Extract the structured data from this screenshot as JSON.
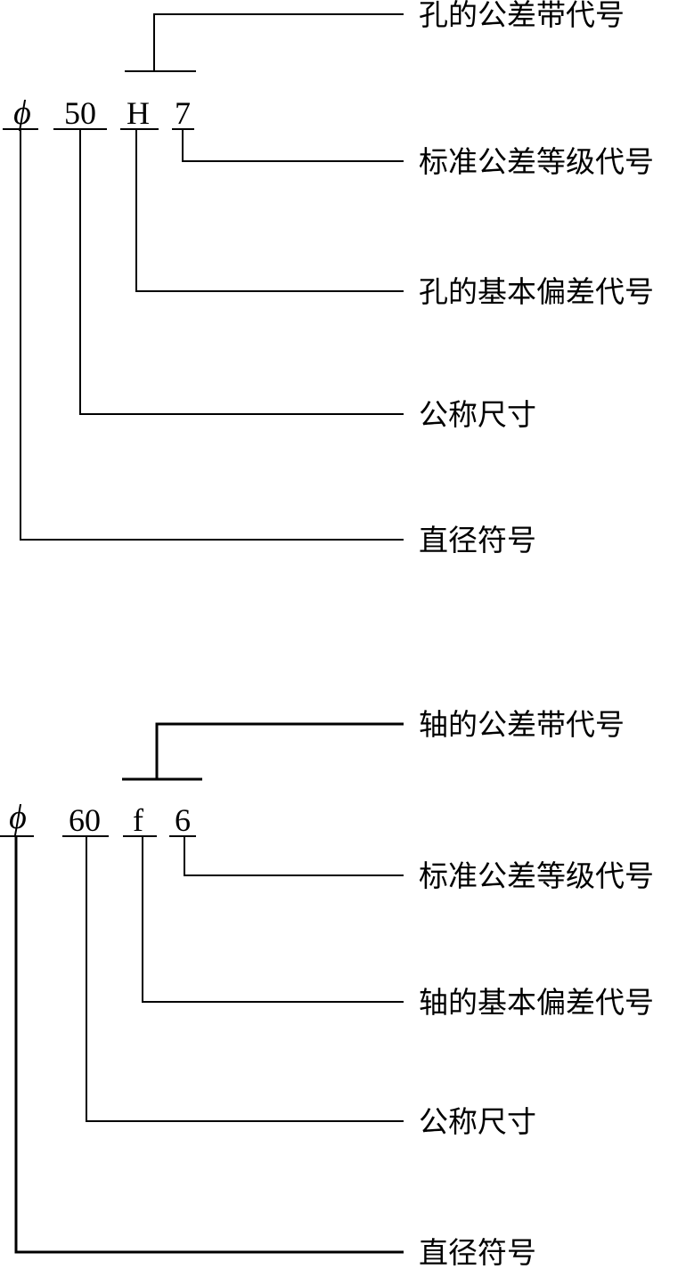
{
  "colors": {
    "ink": "#000000",
    "background": "#ffffff"
  },
  "hole": {
    "symbols": {
      "diameter": "ϕ",
      "size": "50",
      "deviation": "H",
      "grade": "7"
    },
    "labels": {
      "tolerance_zone": "孔的公差带代号",
      "grade": "标准公差等级代号",
      "deviation": "孔的基本偏差代号",
      "nominal_size": "公称尺寸",
      "diameter": "直径符号"
    }
  },
  "shaft": {
    "symbols": {
      "diameter": "ϕ",
      "size": "60",
      "deviation": "f",
      "grade": "6"
    },
    "labels": {
      "tolerance_zone": "轴的公差带代号",
      "grade": "标准公差等级代号",
      "deviation": "轴的基本偏差代号",
      "nominal_size": "公称尺寸",
      "diameter": "直径符号"
    }
  }
}
